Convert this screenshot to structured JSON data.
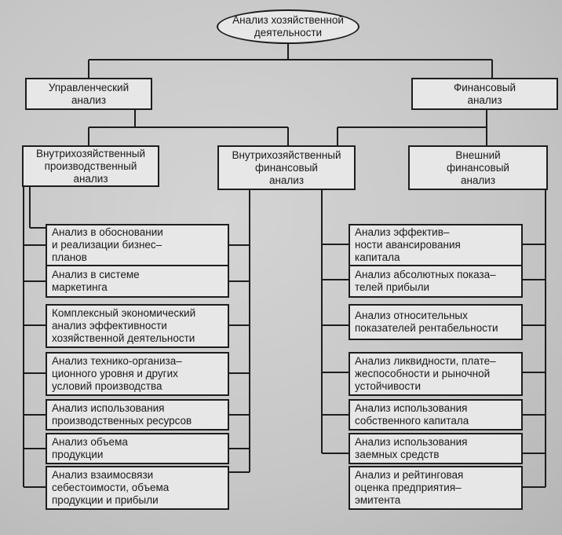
{
  "root": "Анализ хозяйственной\nдеятельности",
  "level1": {
    "management": "Управленческий\nанализ",
    "financial": "Финансовый\nанализ"
  },
  "level2": {
    "internal_production": "Внутрихозяйственный\nпроизводственный\nанализ",
    "internal_financial": "Внутрихозяйственный\nфинансовый\nанализ",
    "external_financial": "Внешний\nфинансовый\nанализ"
  },
  "left_items": [
    "Анализ в обосновании\nи реализации бизнес–\nпланов",
    "Анализ в системе\nмаркетинга",
    "Комплексный экономический\nанализ эффективности\nхозяйственной деятельности",
    "Анализ технико-организа–\nционного уровня и других\nусловий производства",
    "Анализ использования\nпроизводственных ресурсов",
    "Анализ объема\nпродукции",
    "Анализ взаимосвязи\nсебестоимости, объема\nпродукции и прибыли"
  ],
  "right_items": [
    "Анализ эффектив–\nности авансирования\nкапитала",
    "Анализ абсолютных показа–\nтелей прибыли",
    "Анализ относительных\nпоказателей рентабельности",
    "Анализ ликвидности, плате–\nжеспособности и рыночной\nустойчивости",
    "Анализ использования\nсобственного капитала",
    "Анализ использования\nзаемных средств",
    "Анализ и рейтинговая\nоценка предприятия–\nэмитента"
  ]
}
